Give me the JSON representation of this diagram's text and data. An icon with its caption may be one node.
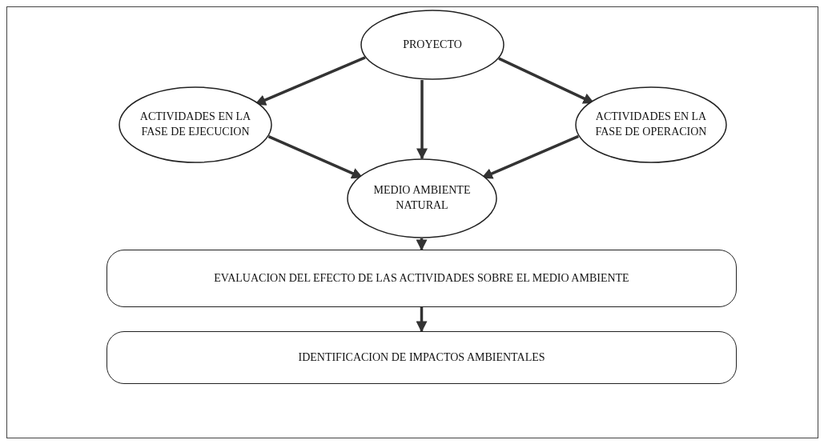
{
  "diagram": {
    "nodes": [
      {
        "text": [
          "PROYECTO"
        ]
      },
      {
        "text": [
          "ACTIVIDADES EN LA FASE DE EJECUCION"
        ]
      },
      {
        "text": [
          "MEDIO AMBIENTE NATURAL"
        ]
      },
      {
        "text": [
          "ACTIVIDADES EN LA FASE DE OPERACION"
        ]
      },
      {
        "text": [
          "EVALUACION DEL EFECTO DE LAS ACTIVIDADES SOBRE EL MEDIO AMBIENTE"
        ]
      },
      {
        "text": [
          "IDENTIFICACION DE IMPACTOS AMBIENTALES"
        ]
      }
    ],
    "edges": [
      {
        "from": 0,
        "to": 1,
        "arrow": "to"
      },
      {
        "from": 0,
        "to": 2,
        "arrow": "to"
      },
      {
        "from": 0,
        "to": 3,
        "arrow": "to"
      },
      {
        "from": 1,
        "to": 2,
        "arrow": "to"
      },
      {
        "from": 3,
        "to": 2,
        "arrow": "to"
      },
      {
        "from": 2,
        "to": 4,
        "arrow": "to"
      },
      {
        "from": 4,
        "to": 5,
        "arrow": "to"
      }
    ]
  }
}
